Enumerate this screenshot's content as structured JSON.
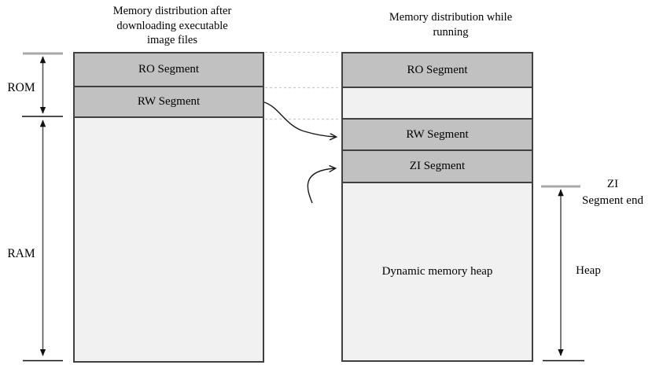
{
  "diagram": {
    "left": {
      "title_lines": [
        "Memory distribution after",
        "downloading executable",
        "image files"
      ],
      "segments": [
        {
          "label": "RO Segment"
        },
        {
          "label": "RW Segment"
        }
      ]
    },
    "right": {
      "title_lines": [
        "Memory distribution while",
        "running"
      ],
      "segments": [
        {
          "label": "RO Segment"
        },
        {
          "label": "RW Segment"
        },
        {
          "label": "ZI Segment"
        }
      ],
      "heap_label": "Dynamic memory heap"
    },
    "markers": {
      "rom": "ROM",
      "ram": "RAM",
      "zi_end_lines": [
        "ZI",
        "Segment end"
      ],
      "heap": "Heap"
    },
    "colors": {
      "segment_fill": "#c1c1c1",
      "light_fill": "#f1f1f1",
      "border": "#404040",
      "dashed_line": "#c9c9c9",
      "arrow_line": "#4d4d4d",
      "tick_gray": "#a8a8a8"
    }
  }
}
